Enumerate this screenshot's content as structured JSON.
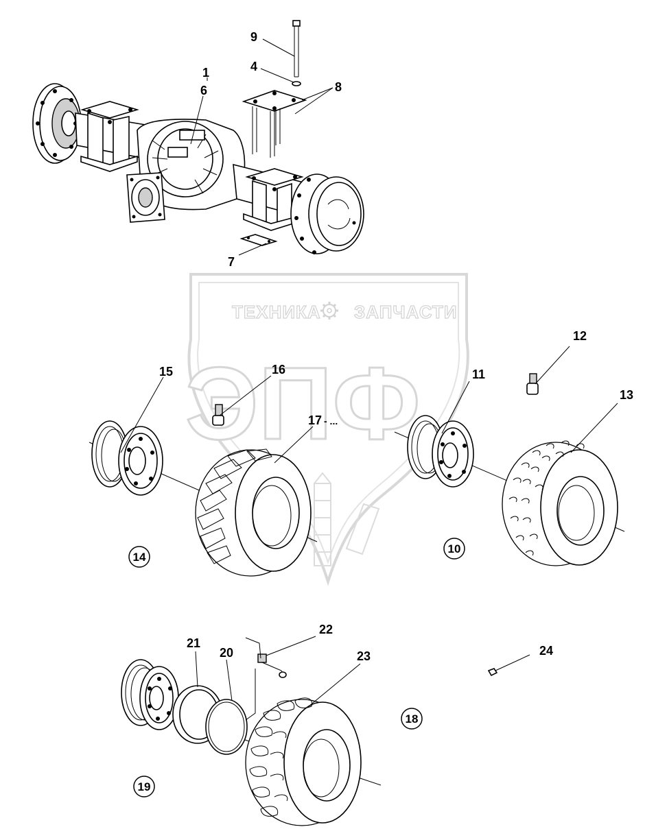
{
  "watermark": {
    "line1_left": "ТЕХНИКА",
    "line1_right": "ЗАПЧАСТИ",
    "big_letters": "ЭПФ"
  },
  "callouts": [
    {
      "id": "c1",
      "label": "1"
    },
    {
      "id": "c4",
      "label": "4"
    },
    {
      "id": "c6",
      "label": "6"
    },
    {
      "id": "c7",
      "label": "7"
    },
    {
      "id": "c8",
      "label": "8"
    },
    {
      "id": "c9",
      "label": "9"
    },
    {
      "id": "c11",
      "label": "11"
    },
    {
      "id": "c12",
      "label": "12"
    },
    {
      "id": "c13",
      "label": "13"
    },
    {
      "id": "c15",
      "label": "15"
    },
    {
      "id": "c16",
      "label": "16"
    },
    {
      "id": "c17",
      "label": "17"
    },
    {
      "id": "c20",
      "label": "20"
    },
    {
      "id": "c21",
      "label": "21"
    },
    {
      "id": "c22",
      "label": "22"
    },
    {
      "id": "c23",
      "label": "23"
    },
    {
      "id": "c24",
      "label": "24"
    }
  ],
  "groups": [
    {
      "id": "g10",
      "label": "10"
    },
    {
      "id": "g14",
      "label": "14"
    },
    {
      "id": "g18",
      "label": "18"
    },
    {
      "id": "g19",
      "label": "19"
    }
  ],
  "notes": {
    "dots_near_17": "- ..."
  },
  "colors": {
    "line": "#000000",
    "watermark_stroke": "#d2d2d2",
    "background": "#ffffff"
  }
}
